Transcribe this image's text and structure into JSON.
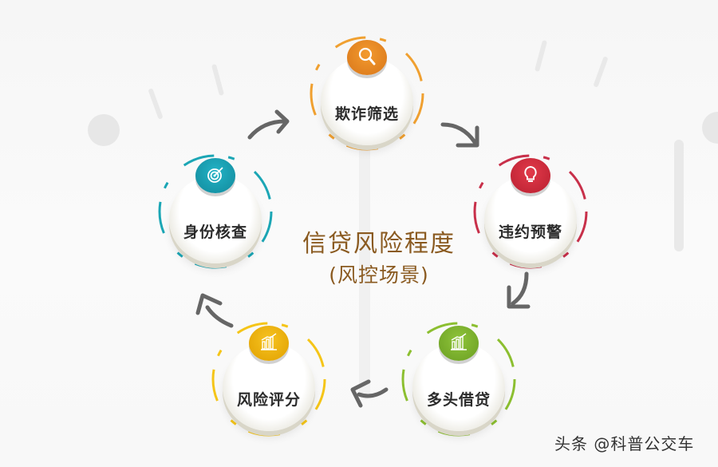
{
  "diagram": {
    "title": "信贷风险程度",
    "subtitle": "(风控场景)",
    "type": "cycle",
    "nodes": [
      {
        "id": "fraud",
        "label": "欺诈筛选",
        "icon": "magnifier-icon",
        "color": "#e8861f",
        "ring": "#f0a030"
      },
      {
        "id": "default",
        "label": "违约预警",
        "icon": "lightbulb-icon",
        "color": "#d0283a",
        "ring": "#c8304a"
      },
      {
        "id": "multi",
        "label": "多头借贷",
        "icon": "bar-chart-icon",
        "color": "#7fb52e",
        "ring": "#8cbf30"
      },
      {
        "id": "score",
        "label": "风险评分",
        "icon": "bar-chart-icon",
        "color": "#f2b400",
        "ring": "#f5c518"
      },
      {
        "id": "identity",
        "label": "身份核查",
        "icon": "target-icon",
        "color": "#1aa3b8",
        "ring": "#1ba6b5"
      }
    ],
    "flow": [
      "欺诈筛选",
      "违约预警",
      "多头借贷",
      "风险评分",
      "身份核查",
      "欺诈筛选"
    ]
  },
  "watermark": "头条 @科普公交车"
}
